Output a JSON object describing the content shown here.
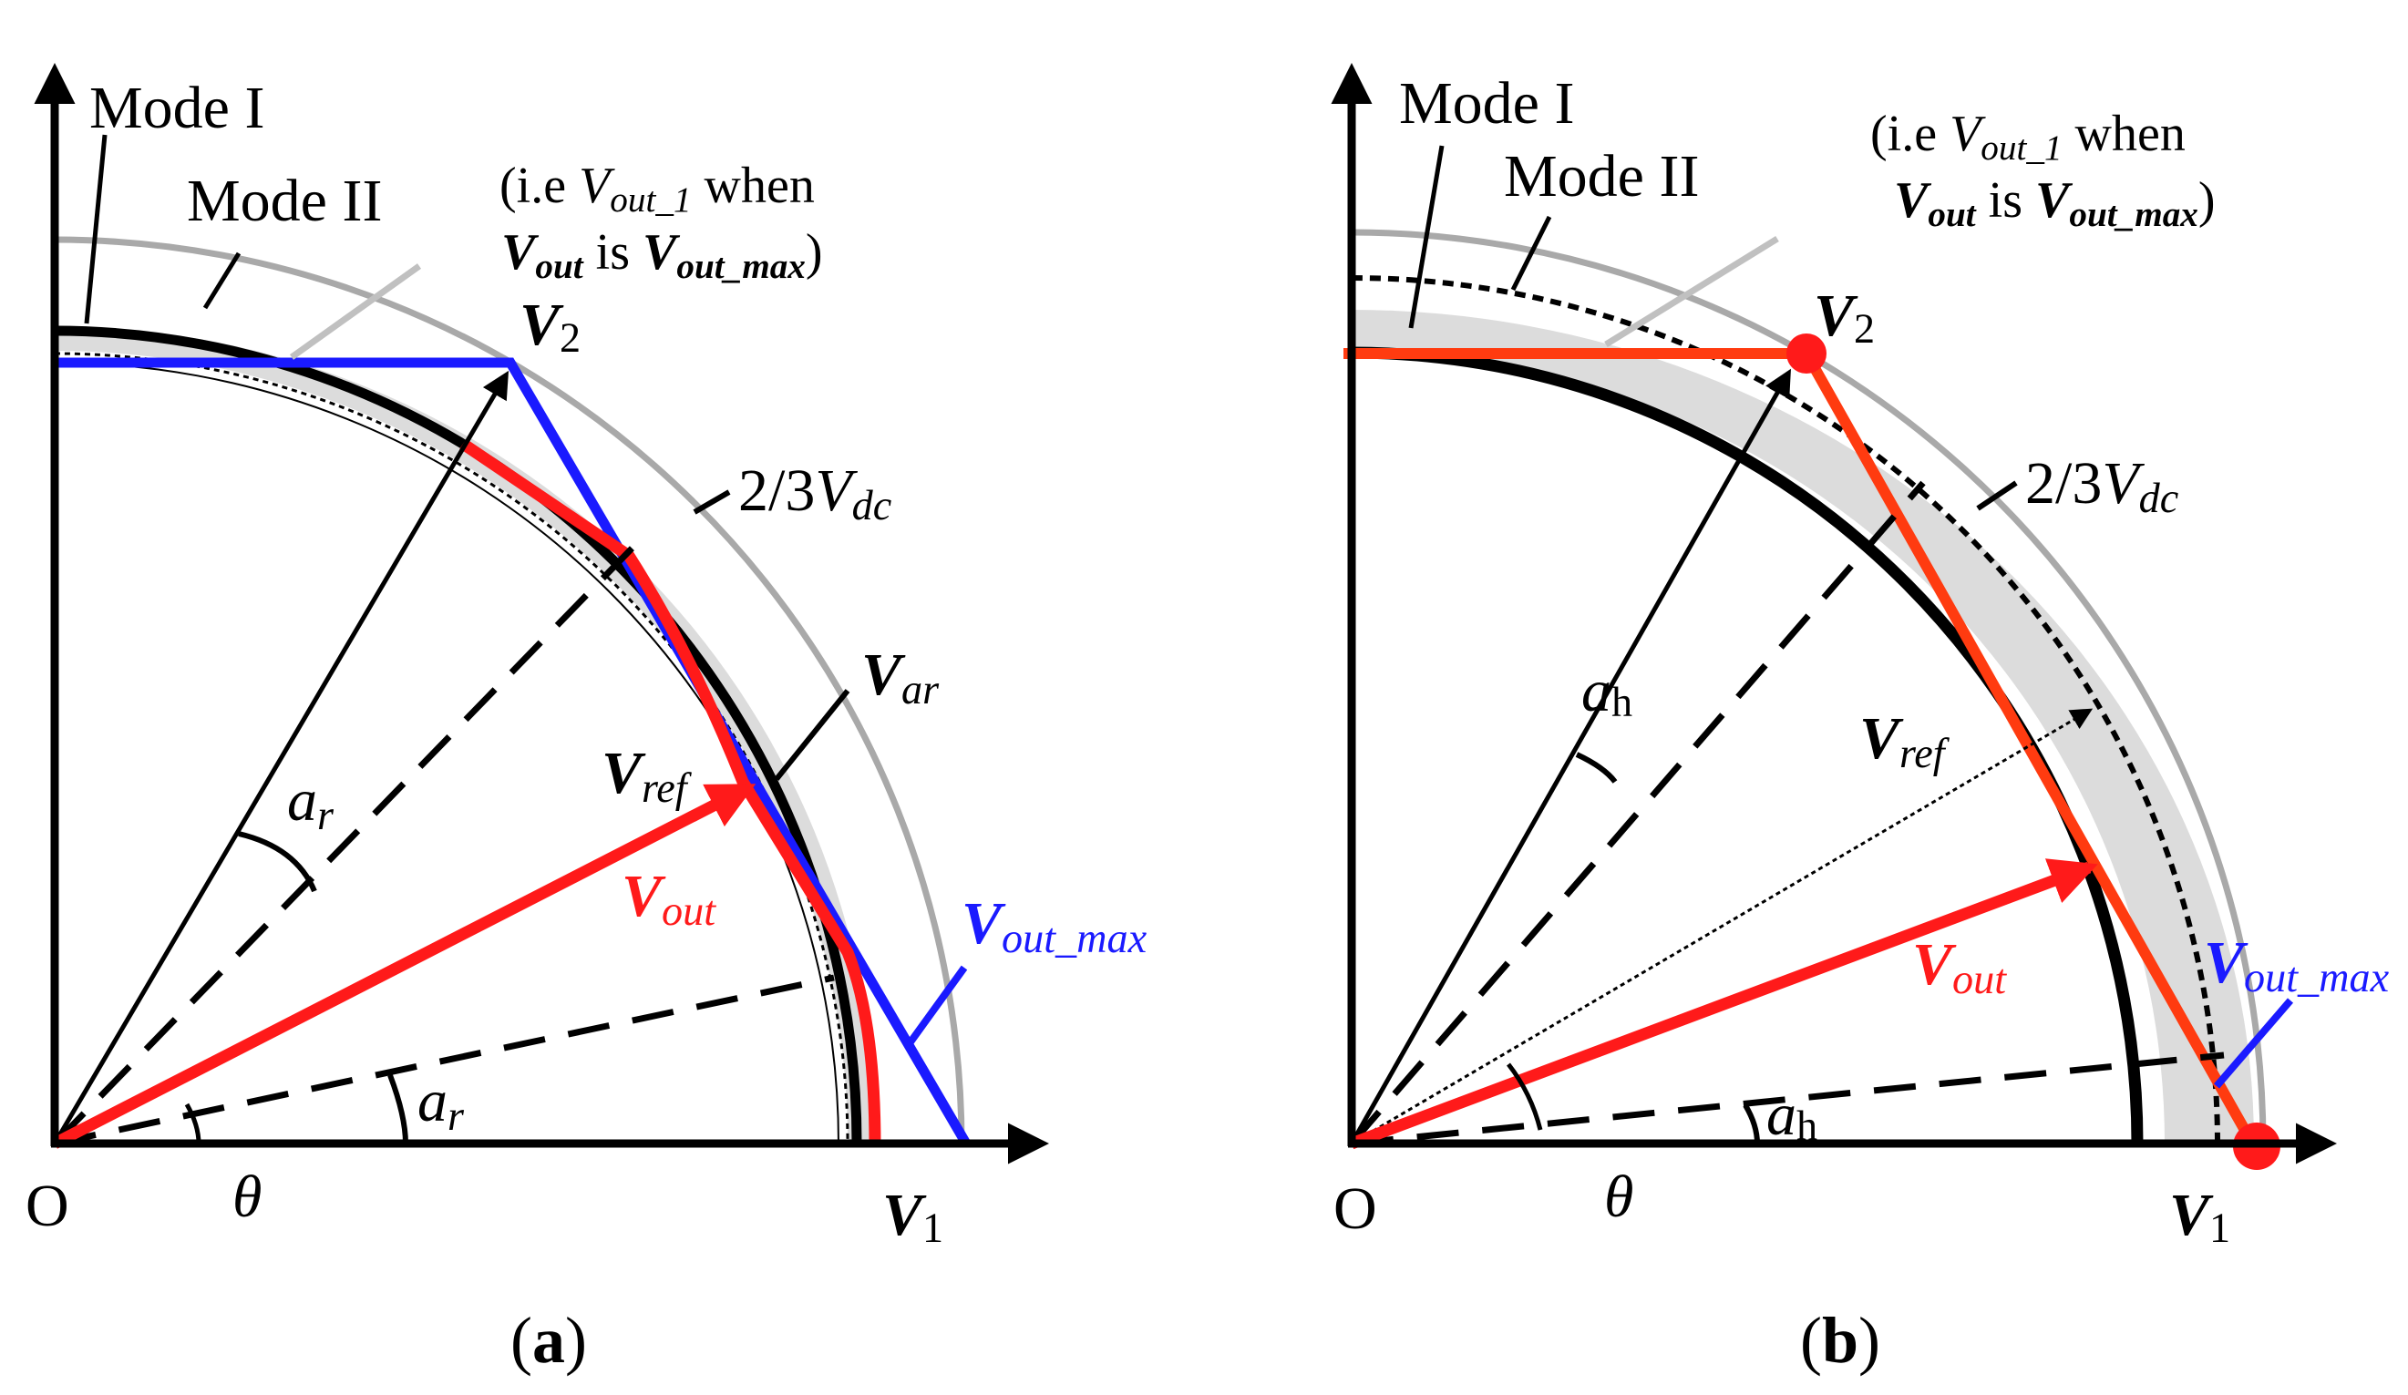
{
  "colors": {
    "axis": "#000000",
    "boundary_grey": "#a9a9a9",
    "band_fill": "#dcdcdc",
    "red_vector": "#ff1a1a",
    "blue_limit": "#1a1aff",
    "orange_limit": "#ff3b10"
  },
  "icons": [
    "axis-arrow",
    "vector-arrow",
    "vertex-dot"
  ],
  "panels": [
    {
      "id": "a",
      "caption": {
        "open": "(",
        "letter": "a",
        "close": ")"
      },
      "mode1": "Mode I",
      "mode2": "Mode II",
      "note_line1": {
        "open": "(i.e ",
        "v": "V",
        "sub": "out_1",
        "rest": " when"
      },
      "note_line2": {
        "v1": "V",
        "sub1": "out",
        "is": " is ",
        "v2": "V",
        "sub2": "out_max",
        "close": ")"
      },
      "v2": {
        "v": "V",
        "sub": "2"
      },
      "vdc": {
        "prefix": "2/3",
        "v": "V",
        "sub": "dc"
      },
      "var": {
        "v": "V",
        "sub": "ar"
      },
      "vref": {
        "v": "V",
        "sub": "ref"
      },
      "vout": {
        "v": "V",
        "sub": "out"
      },
      "voutmax": {
        "v": "V",
        "sub": "out_max"
      },
      "alpha1": {
        "a": "a",
        "sub": "r"
      },
      "alpha2": {
        "a": "a",
        "sub": "r"
      },
      "theta": "θ",
      "origin": "O",
      "v1": {
        "v": "V",
        "sub": "1"
      }
    },
    {
      "id": "b",
      "caption": {
        "open": "(",
        "letter": "b",
        "close": ")"
      },
      "mode1": "Mode I",
      "mode2": "Mode II",
      "note_line1": {
        "open": "(i.e ",
        "v": "V",
        "sub": "out_1",
        "rest": " when"
      },
      "note_line2": {
        "v1": "V",
        "sub1": "out",
        "is": " is ",
        "v2": "V",
        "sub2": "out_max",
        "close": ")"
      },
      "v2": {
        "v": "V",
        "sub": "2"
      },
      "vdc": {
        "prefix": "2/3",
        "v": "V",
        "sub": "dc"
      },
      "vref": {
        "v": "V",
        "sub": "ref"
      },
      "vout": {
        "v": "V",
        "sub": "out"
      },
      "voutmax": {
        "v": "V",
        "sub": "out_max"
      },
      "alpha1": {
        "a": "a",
        "sub": "h"
      },
      "alpha2": {
        "a": "a",
        "sub": "h"
      },
      "theta": "θ",
      "origin": "O",
      "v1": {
        "v": "V",
        "sub": "1"
      }
    }
  ]
}
